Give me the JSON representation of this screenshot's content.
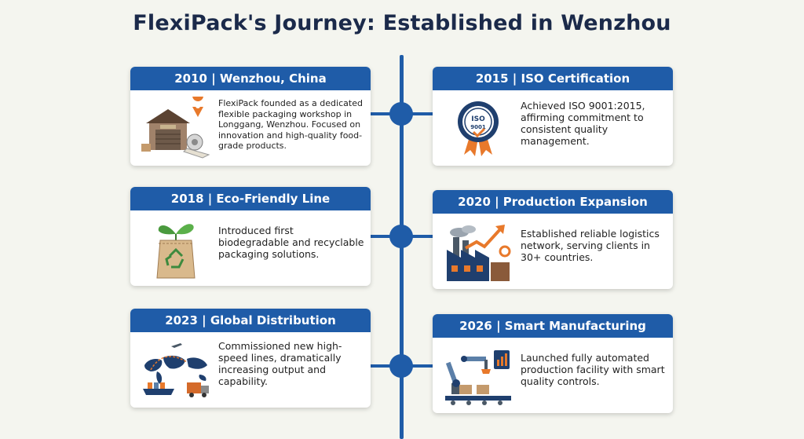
{
  "title": "FlexiPack's Journey: Established in Wenzhou",
  "colors": {
    "primary": "#1f5ca8",
    "background": "#f4f5ef",
    "accent": "#e8792b"
  },
  "milestones": [
    {
      "heading": "2010 | Wenzhou, China",
      "text": "FlexiPack founded as a dedicated flexible packaging workshop in Longgang, Wenzhou. Focused on innovation and high-quality food-grade products.",
      "icon": "workshop-icon"
    },
    {
      "heading": "2015 | ISO Certification",
      "text": "Achieved ISO 9001:2015, affirming commitment to consistent quality management.",
      "icon": "iso-badge-icon",
      "badge_text": "ISO 9001"
    },
    {
      "heading": "2018 | Eco-Friendly Line",
      "text": "Introduced first biodegradable and recyclable packaging solutions.",
      "icon": "eco-bag-icon"
    },
    {
      "heading": "2020 | Production Expansion",
      "text": "Established reliable logistics network, serving clients in 30+ countries.",
      "icon": "factory-growth-icon"
    },
    {
      "heading": "2023 | Global Distribution",
      "text": "Commissioned new high-speed lines, dramatically increasing output and capability.",
      "icon": "global-distribution-icon"
    },
    {
      "heading": "2026 | Smart Manufacturing",
      "text": "Launched fully automated production facility with smart quality controls.",
      "icon": "robot-arm-icon"
    }
  ]
}
